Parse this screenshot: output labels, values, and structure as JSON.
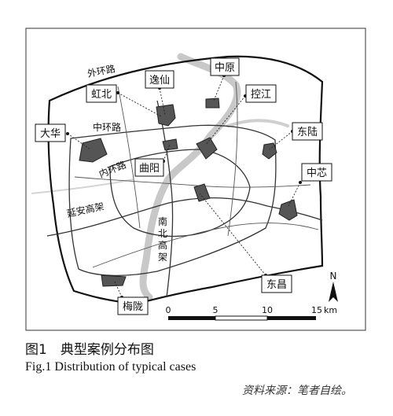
{
  "map": {
    "roads": {
      "outer_ring": "外环路",
      "middle_ring": "中环路",
      "inner_ring": "内环路",
      "yanan_elevated": "延安高架",
      "north_south_elevated": [
        "南",
        "北",
        "高",
        "架"
      ]
    },
    "cases": [
      {
        "name": "逸仙"
      },
      {
        "name": "中原"
      },
      {
        "name": "虹北"
      },
      {
        "name": "控江"
      },
      {
        "name": "大华"
      },
      {
        "name": "东陆"
      },
      {
        "name": "曲阳"
      },
      {
        "name": "中芯"
      },
      {
        "name": "东昌"
      },
      {
        "name": "梅陇"
      }
    ],
    "north_arrow": "N",
    "scale_bar": {
      "ticks": [
        "0",
        "5",
        "10",
        "15"
      ],
      "unit": "km"
    }
  },
  "caption": {
    "cn": "图1　典型案例分布图",
    "en": "Fig.1  Distribution of typical cases",
    "source": "资料来源：笔者自绘。"
  }
}
